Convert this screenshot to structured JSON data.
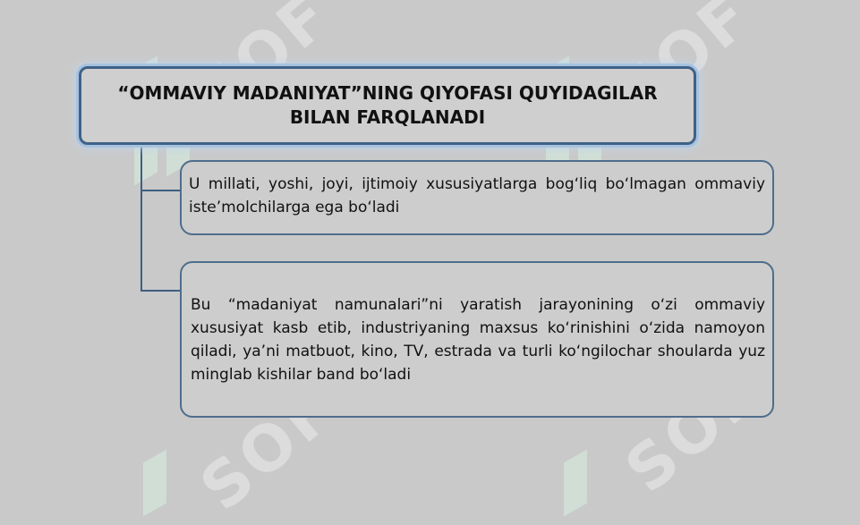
{
  "title": "“OMMAVIY MADANIYAT”NING QIYOFASI QUYIDAGILAR\nBILAN FARQLANADI",
  "items": [
    {
      "text": "U millati, yoshi, joyi, ijtimoiy xususiyatlarga bog‘liq bo‘lmagan ommaviy iste’molchilarga ega bo‘ladi"
    },
    {
      "text": "Bu “madaniyat namunalari”ni yaratish jarayonining o‘zi ommaviy xususiyat kasb etib, industriyaning maxsus ko‘rinishini o‘zida namoyon qiladi, ya’ni matbuot, kino, TV, estrada va turli ko‘ngilochar shoularda yuz minglab kishilar band bo‘ladi"
    }
  ],
  "watermark": {
    "text": "SOF",
    "color": "#d7f0e2"
  }
}
